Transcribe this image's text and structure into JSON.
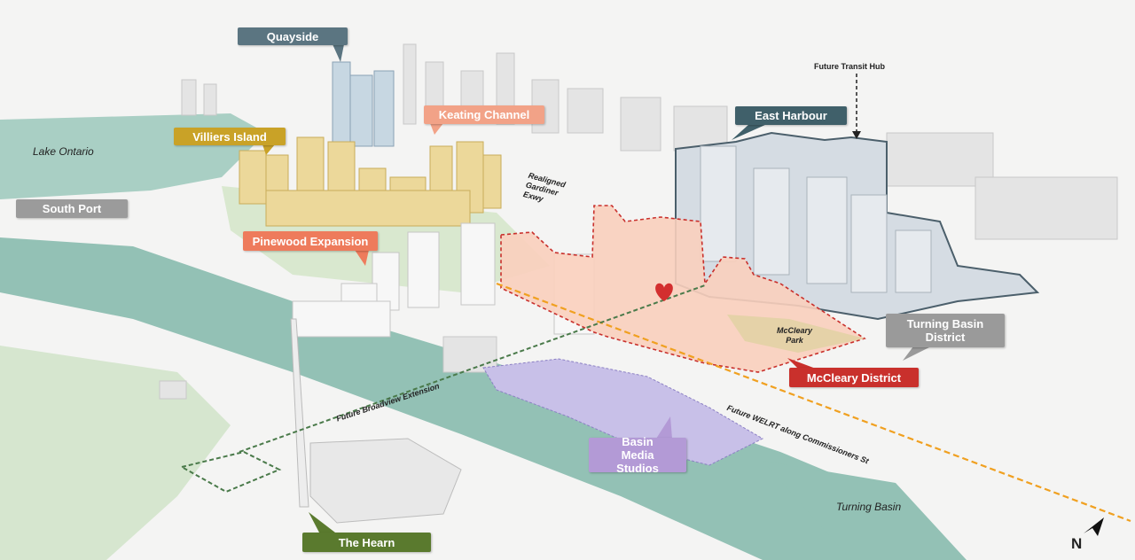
{
  "labels": {
    "quayside": "Quayside",
    "keating_channel": "Keating Channel",
    "villiers_island": "Villiers  Island",
    "east_harbour": "East Harbour",
    "south_port": "South Port",
    "pinewood_expansion": "Pinewood Expansion",
    "turning_basin_district": "Turning Basin District",
    "mccleary_district": "McCleary District",
    "basin_media_studios": "Basin Media Studios",
    "the_hearn": "The Hearn"
  },
  "annotations": {
    "future_transit_hub": "Future Transit Hub",
    "lake_ontario": "Lake Ontario",
    "realigned_gardiner": "Realigned Gardiner Exwy",
    "mccleary_park": "McCleary Park",
    "future_welrt": "Future WELRT along Commissioners St",
    "future_broadview": "Future Broadview Extension",
    "turning_basin": "Turning Basin",
    "north": "N"
  },
  "colors": {
    "quayside": "#5b7581",
    "keating_channel": "#f2a287",
    "villiers_island": "#c9a227",
    "east_harbour": "#40606a",
    "south_port": "#9b9b9b",
    "pinewood_expansion": "#ee7b5c",
    "turning_basin_district": "#9a9a9a",
    "mccleary_district": "#c9302c",
    "basin_media_studios": "#b39ad6",
    "the_hearn": "#5a7a2e",
    "water": "#93c1b5"
  }
}
